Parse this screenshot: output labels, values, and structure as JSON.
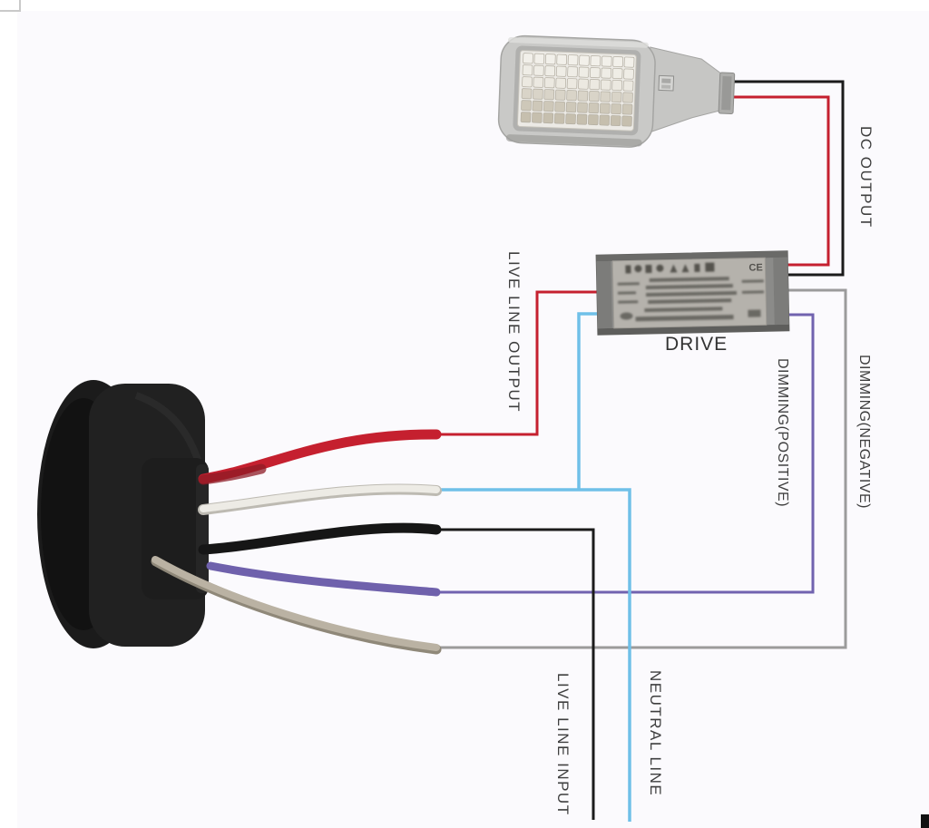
{
  "page": {
    "background_color": "#fbfafd",
    "margin_color": "#ffffff"
  },
  "labels": {
    "dc_output": "DC OUTPUT",
    "live_line_output": "LIVE LINE OUTPUT",
    "dimming_positive": "DIMMING(POSITIVE)",
    "dimming_negative": "DIMMING(NEGATIVE)",
    "live_line_input": "LIVE LINE INPUT",
    "neutral_line": "NEUTRAL LINE",
    "drive": "DRIVE",
    "ce_mark": "CE"
  },
  "wire_colors": {
    "dc_positive_red": "#c5202f",
    "dc_negative_black": "#1b1b1b",
    "live_line_red": "#c5202f",
    "neutral_blue": "#6fc0e8",
    "live_input_black": "#1b1b1b",
    "dimming_positive_purple": "#7163af",
    "dimming_negative_gray": "#9b9b9b"
  },
  "photocell_wire_colors": {
    "red": "#c5202f",
    "red_shadow": "#8e1b26",
    "white": "#edebe5",
    "white_shadow": "#bdbab2",
    "black": "#161616",
    "purple": "#6f61ac",
    "gray": "#bab2a3",
    "gray_shadow": "#8f8879"
  },
  "components": {
    "street_light": {
      "body_color": "#c9c9c7",
      "panel_color": "#eceae5",
      "led_rows": 6,
      "led_cols": 10,
      "led_row_colors": [
        "#f2f0ea",
        "#efede6",
        "#ece9e1",
        "#d9d4c8",
        "#cec8b9",
        "#c6bfae"
      ]
    },
    "driver": {
      "case_color": "#8b8b89",
      "label_color": "#b5b2ac"
    },
    "photocell": {
      "body_color": "#1b1b1b",
      "wire_count": 5
    }
  }
}
